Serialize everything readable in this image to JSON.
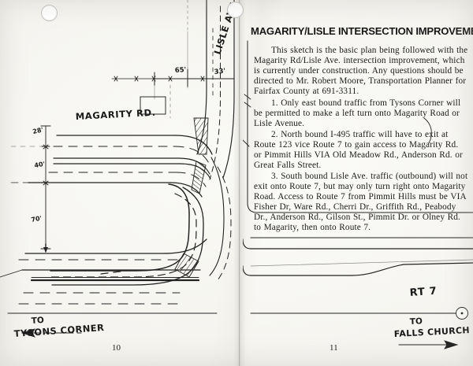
{
  "document": {
    "title": "MAGARITY/LISLE INTERSECTION IMPROVEMENT",
    "left_page_number": "10",
    "right_page_number": "11"
  },
  "body": {
    "intro": "This sketch is the basic plan being followed with the Magarity Rd/Lisle Ave. intersection improvement, which is currently under construction.  Any questions should be directed to Mr. Robert Moore, Transportation Planner for Fairfax County at 691-3311.",
    "items": [
      "1.  Only east bound traffic from Tysons Corner will be permitted to make a left turn onto Magarity Road or Lisle Avenue.",
      "2.  North bound I-495 traffic will have to exit at Route 123 vice Route 7 to gain access to Magarity Rd. or Pimmit Hills VIA Old Meadow Rd., Anderson Rd. or Great Falls Street.",
      "3.  South bound Lisle Ave. traffic (outbound) will not exit onto Route 7, but may only turn right onto Magarity Road.  Access to Route 7 from Pimmit Hills must be VIA Fisher Dr, Ware Rd., Cherri Dr., Griffith Rd., Peabody Dr., Anderson Rd., Gilson St., Pimmit Dr. or Olney Rd. to Magarity, then onto Route 7."
    ]
  },
  "sketch": {
    "road_labels": {
      "magarity": "MAGARITY RD.",
      "lisle": "LISLE AVE",
      "route7": "RT 7"
    },
    "dimensions": {
      "width_65": "65'",
      "width_33": "33'",
      "offset_28": "28'",
      "offset_40": "40'",
      "offset_70": "70'"
    },
    "direction_markers": [
      {
        "line1": "TO",
        "line2": "TYSONS CORNER",
        "arrow": "left"
      },
      {
        "line1": "TO",
        "line2": "FALLS CHURCH",
        "arrow": "right"
      }
    ]
  },
  "colors": {
    "paper": "#fcfcfa",
    "ink": "#1b1b1b",
    "line": "#2a2a2a",
    "faded": "#6e6c66"
  }
}
